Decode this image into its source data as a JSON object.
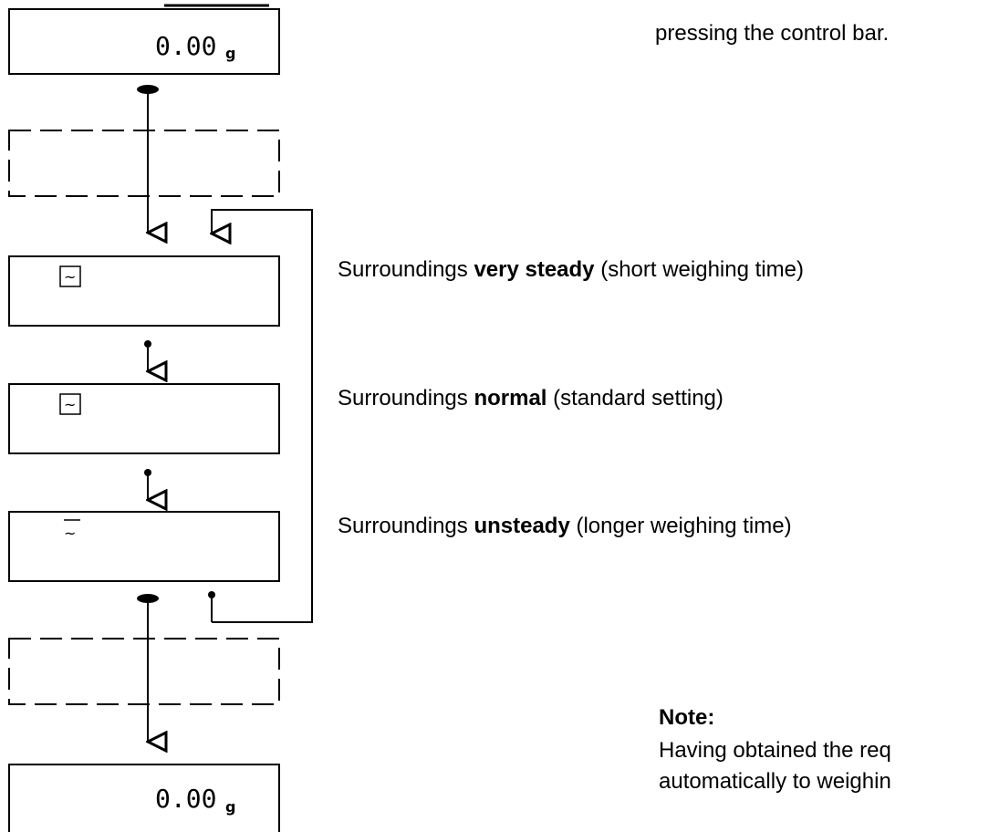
{
  "top_text": "pressing the control bar.",
  "options": [
    {
      "prefix": "Surroundings ",
      "bold": "very steady",
      "suffix": " (short weighing time)",
      "icon": "vibration-filter-level-1"
    },
    {
      "prefix": "Surroundings ",
      "bold": "normal",
      "suffix": " (standard setting)",
      "icon": "vibration-filter-level-2"
    },
    {
      "prefix": "Surroundings ",
      "bold": "unsteady",
      "suffix": " (longer weighing time)",
      "icon": "vibration-filter-level-3"
    }
  ],
  "display_top": {
    "value": "0.00",
    "unit": "g"
  },
  "display_bottom": {
    "value": "0.00",
    "unit": "g"
  },
  "note": {
    "heading": "Note:",
    "line1": "Having obtained the req",
    "line2": "automatically to weighin"
  }
}
